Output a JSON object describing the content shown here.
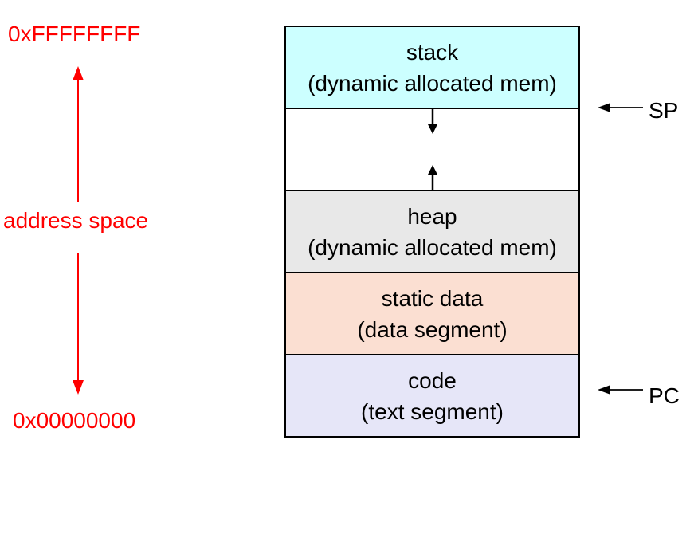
{
  "colors": {
    "ink_red": "#ff0000",
    "ink_black": "#000000",
    "stack_bg": "#ccffff",
    "free_bg": "#ffffff",
    "heap_bg": "#e8e8e8",
    "static_bg": "#fbdfd2",
    "code_bg": "#e6e6f8"
  },
  "address_axis": {
    "top_label": "0xFFFFFFFF",
    "axis_label": "address space",
    "bottom_label": "0x00000000"
  },
  "memory_map": {
    "segments": [
      {
        "name": "stack",
        "label": "stack",
        "sublabel": "(dynamic allocated mem)"
      },
      {
        "name": "free-space",
        "label": "",
        "sublabel": "",
        "icons": [
          "stack-grows-down-arrow",
          "heap-grows-up-arrow"
        ]
      },
      {
        "name": "heap",
        "label": "heap",
        "sublabel": "(dynamic allocated mem)"
      },
      {
        "name": "static-data",
        "label": "static data",
        "sublabel": "(data segment)"
      },
      {
        "name": "code",
        "label": "code",
        "sublabel": "(text segment)"
      }
    ]
  },
  "pointers": {
    "sp_label": "SP",
    "pc_label": "PC"
  }
}
